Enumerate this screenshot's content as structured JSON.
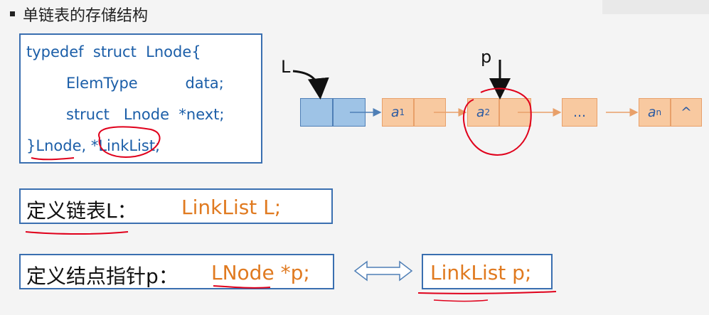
{
  "title": "单链表的存储结构",
  "code": {
    "line1": "typedef  struct  Lnode{",
    "line2": "ElemType          data;",
    "line3": "struct   Lnode  *next;",
    "line4_a": "}",
    "line4_b": "Lnode",
    "line4_c": ", *",
    "line4_d": "LinkList",
    "line4_e": ";"
  },
  "def1": {
    "label": "定义链表L：",
    "code": "LinkList L;"
  },
  "def2": {
    "label": "定义结点指针p：",
    "code": "LNode *p;"
  },
  "def3": {
    "code": "LinkList p;"
  },
  "diagram": {
    "head_label": "L",
    "pointer_label": "p",
    "node1": "a",
    "node1_sub": "1",
    "node2": "a",
    "node2_sub": "2",
    "ellipsis": "...",
    "node_last": "a",
    "node_last_sub": "n",
    "null_symbol": "^"
  },
  "colors": {
    "code_blue": "#1b5ea8",
    "orange": "#e07a20",
    "box_border": "#3a6fb0",
    "annotation_red": "#e0001b"
  }
}
